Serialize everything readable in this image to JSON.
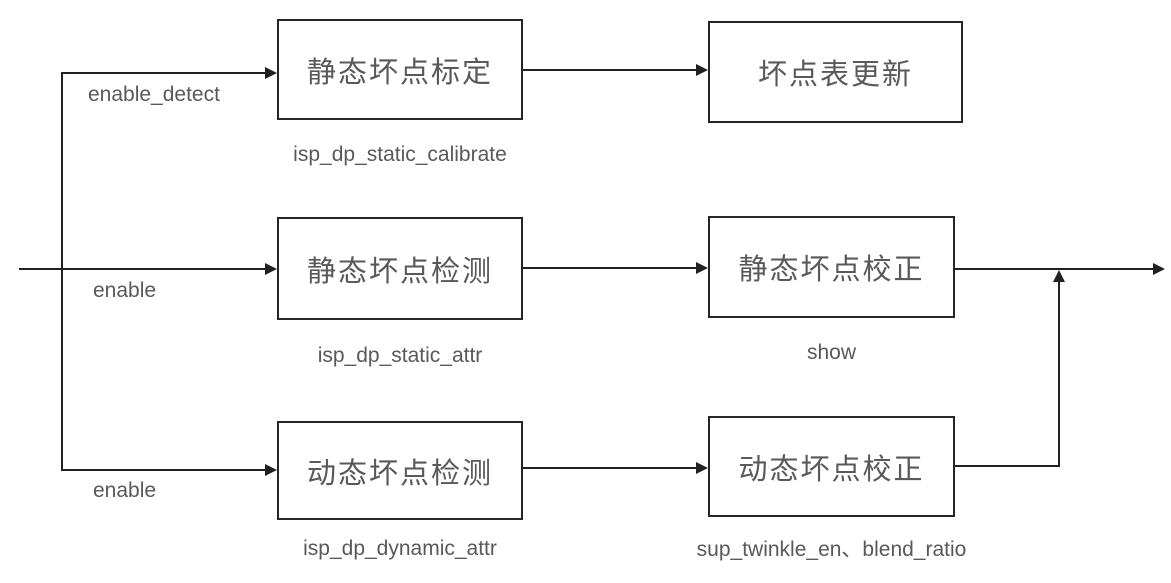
{
  "diagram": {
    "type": "flowchart",
    "colors": {
      "line": "#212121",
      "box_border": "#262626",
      "text": "#595959",
      "background": "#ffffff"
    },
    "nodes": [
      {
        "id": "static-calibrate",
        "label": "静态坏点标定",
        "sublabel": "isp_dp_static_calibrate"
      },
      {
        "id": "dp-table-update",
        "label": "坏点表更新"
      },
      {
        "id": "static-detect",
        "label": "静态坏点检测",
        "sublabel": "isp_dp_static_attr"
      },
      {
        "id": "static-correct",
        "label": "静态坏点校正",
        "sublabel": "show"
      },
      {
        "id": "dynamic-detect",
        "label": "动态坏点检测",
        "sublabel": "isp_dp_dynamic_attr"
      },
      {
        "id": "dynamic-correct",
        "label": "动态坏点校正",
        "sublabel": "sup_twinkle_en、blend_ratio"
      }
    ],
    "edge_labels": [
      {
        "id": "enable-detect",
        "text": "enable_detect"
      },
      {
        "id": "enable-static",
        "text": "enable"
      },
      {
        "id": "enable-dynamic",
        "text": "enable"
      }
    ],
    "edges_semantic": [
      "input → 静态坏点标定 (enable_detect)",
      "input → 静态坏点检测 (enable)",
      "input → 动态坏点检测 (enable)",
      "静态坏点标定 → 坏点表更新",
      "静态坏点检测 → 静态坏点校正",
      "动态坏点检测 → 动态坏点校正",
      "静态坏点校正 → output",
      "动态坏点校正 → joins output line"
    ]
  }
}
